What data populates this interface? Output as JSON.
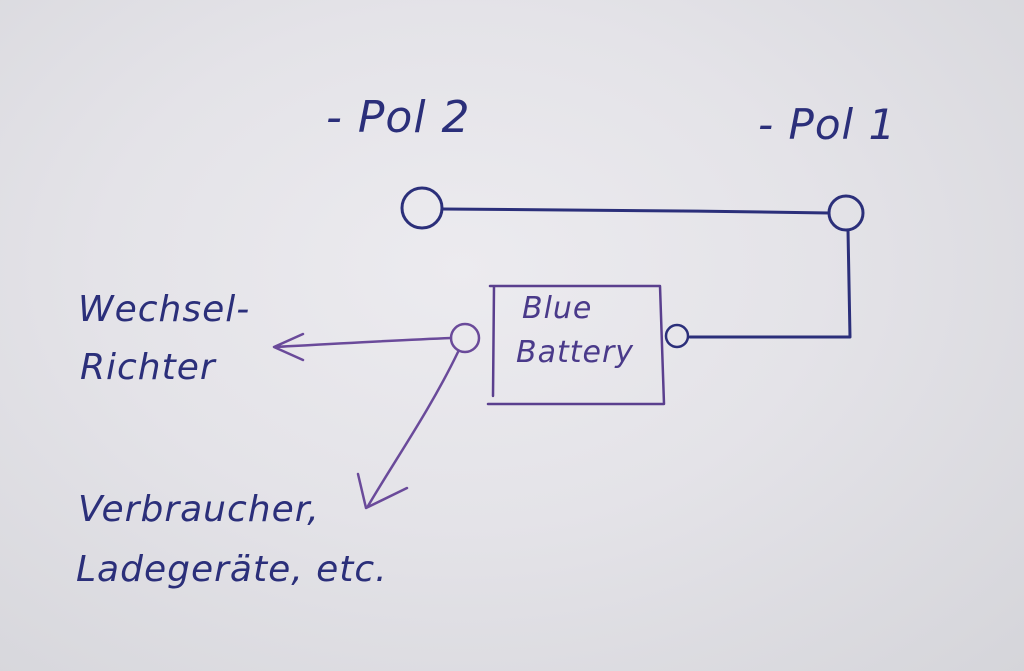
{
  "diagram": {
    "pol_2": "- Pol 2",
    "pol_1": "- Pol 1",
    "battery_line_1": "Blue",
    "battery_line_2": "Battery",
    "inverter_line_1": "Wechsel-",
    "inverter_line_2": "Richter",
    "consumers_line_1": "Verbraucher,",
    "consumers_line_2": "Ladegeräte, etc."
  },
  "colors": {
    "ink_blue": "#2b2f7a",
    "ink_purple": "#6a4a9a",
    "paper": "#e4e3e8"
  }
}
